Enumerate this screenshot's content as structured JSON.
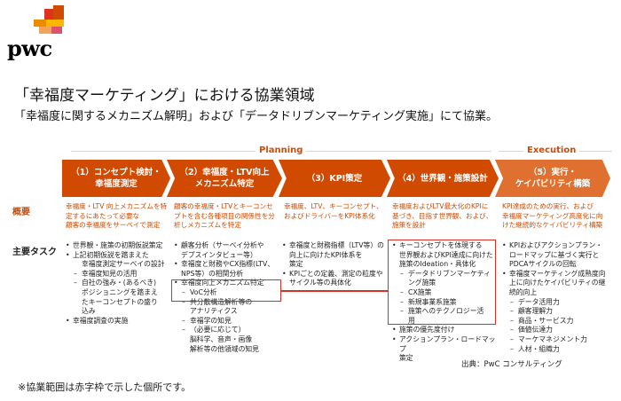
{
  "logo": {
    "wordmark": "pwc"
  },
  "title": "「幸福度マーケティング」における協業領域",
  "subtitle": "「幸福度に関するメカニズム解明」および「データドリブンマーケティング実施」にて協業。",
  "phases": [
    {
      "label": "Planning"
    },
    {
      "label": "Execution"
    }
  ],
  "steps": [
    {
      "lines": [
        "（1）コンセプト検討・",
        "幸福度測定"
      ],
      "color": "#d04a02"
    },
    {
      "lines": [
        "（2）幸福度・LTV向上",
        "メカニズム特定"
      ],
      "color": "#d04a02"
    },
    {
      "lines": [
        "（3）KPI策定"
      ],
      "color": "#d04a02"
    },
    {
      "lines": [
        "（4）世界観・施策設計"
      ],
      "color": "#d04a02"
    },
    {
      "lines": [
        "（5）実行・",
        "ケイパビリティ構築"
      ],
      "color": "#e0702f"
    }
  ],
  "row_headers": {
    "overview": "概要",
    "tasks": "主要タスク"
  },
  "overview": [
    [
      "幸福度・LTV 向上メカニズムを特",
      "定するにあたって必要な",
      "顧客の幸福度をサーベイで測定"
    ],
    [
      "顧客の幸福度・LTVとキーコンセ",
      "プトを含む各種項目の関係性を分",
      "析しメカニズムを特定"
    ],
    [
      "幸福度、LTV、キーコンセプト、",
      "およびドライバーをKPI体系化"
    ],
    [
      "幸福度およびLTV最大化のKPIに",
      "基づき、目指す世界観、および、",
      "施策を設計"
    ],
    [
      "KPI達成のための実行、および",
      "幸福度マーケティング高度化に向",
      "けた継続的なケイパビリティ構築"
    ]
  ],
  "tasks": [
    [
      {
        "t": "b",
        "text": "世界観・施策の初期仮説策定"
      },
      {
        "t": "b",
        "text": "上記初期仮説を踏まえた"
      },
      {
        "t": "c1",
        "text": "幸福度測定サーベイの設計"
      },
      {
        "t": "d1",
        "text": "幸福度知見の活用"
      },
      {
        "t": "d1",
        "text": "自社の強み・(あるべき)"
      },
      {
        "t": "c1",
        "text": "ポジショニングを踏まえ"
      },
      {
        "t": "c1",
        "text": "たキーコンセプトの盛り"
      },
      {
        "t": "c1",
        "text": "込み"
      },
      {
        "t": "b",
        "text": "幸福度調査の実施"
      }
    ],
    [
      {
        "t": "b",
        "text": "顧客分析（サーベイ分析や"
      },
      {
        "t": "c0",
        "text": "デプスインタビュー等）"
      },
      {
        "t": "b",
        "text": "幸福度と財務やCX指標(LTV、"
      },
      {
        "t": "c0",
        "text": "NPS等）の相関分析"
      },
      {
        "t": "b",
        "text": "幸福度向上メカニズム特定"
      },
      {
        "t": "d1",
        "text": "VoC分析"
      },
      {
        "t": "d1",
        "text": "共分散構造解析等の"
      },
      {
        "t": "c1",
        "text": "アナリティクス"
      },
      {
        "t": "d1",
        "text": "幸福学の知見"
      },
      {
        "t": "d1",
        "text": "（必要に応じて）"
      },
      {
        "t": "c1",
        "text": "脳科学、音声・画像"
      },
      {
        "t": "c1",
        "text": "解析等の他領域の知見"
      }
    ],
    [
      {
        "t": "b",
        "text": "幸福度と財務指標（LTV等）の"
      },
      {
        "t": "c0",
        "text": "向上に向けたKPI体系を"
      },
      {
        "t": "c0",
        "text": "策定"
      },
      {
        "t": "b",
        "text": "KPIごとの定義、測定の粒度や"
      },
      {
        "t": "c0",
        "text": "サイクル等の具体化"
      }
    ],
    [
      {
        "t": "b",
        "text": "キーコンセプトを体現する"
      },
      {
        "t": "c0",
        "text": "世界観およびKPI達成に向けた"
      },
      {
        "t": "c0",
        "text": "施策のIdeation・具体化"
      },
      {
        "t": "d1",
        "text": "データドリブンマーケティ"
      },
      {
        "t": "c1",
        "text": "ング施策"
      },
      {
        "t": "d1",
        "text": "CX施策"
      },
      {
        "t": "d1",
        "text": "新規事業系施策"
      },
      {
        "t": "d1",
        "text": "施策へのテクノロジー活"
      },
      {
        "t": "c1",
        "text": "用"
      },
      {
        "t": "b",
        "text": "施策の優先度付け"
      },
      {
        "t": "b",
        "text": "アクションプラン・ロードマップ"
      },
      {
        "t": "c0",
        "text": "策定"
      }
    ],
    [
      {
        "t": "b",
        "text": "KPIおよびアクションプラン・"
      },
      {
        "t": "c0",
        "text": "ロードマップに基づく実行と"
      },
      {
        "t": "c0",
        "text": "PDCAサイクルの回転"
      },
      {
        "t": "b",
        "text": "幸福度マーケティング成熟度向"
      },
      {
        "t": "c0",
        "text": "上に向けたケイパビリティの継"
      },
      {
        "t": "c0",
        "text": "続的向上"
      },
      {
        "t": "d1",
        "text": "データ活用力"
      },
      {
        "t": "d1",
        "text": "顧客理解力"
      },
      {
        "t": "d1",
        "text": "商品・サービス力"
      },
      {
        "t": "d1",
        "text": "価値伝達力"
      },
      {
        "t": "d1",
        "text": "マーケマネジメント力"
      },
      {
        "t": "d1",
        "text": "人材・組織力"
      }
    ]
  ],
  "source": "出典：PwC コンサルティング",
  "note": "※協業範囲は赤字枠で示した個所です。",
  "colors": {
    "accent": "#d04a02",
    "accent_light": "#e0702f",
    "highlight": "#d93025"
  }
}
